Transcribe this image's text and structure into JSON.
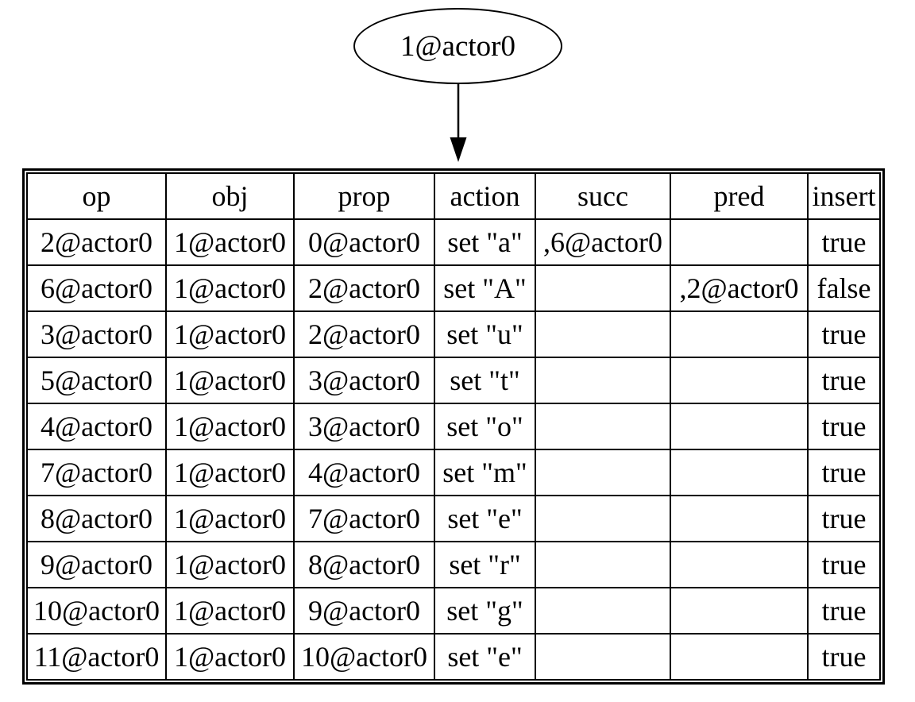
{
  "node": {
    "label": "1@actor0"
  },
  "table": {
    "columns": [
      "op",
      "obj",
      "prop",
      "action",
      "succ",
      "pred",
      "insert"
    ],
    "rows": [
      [
        "2@actor0",
        "1@actor0",
        "0@actor0",
        "set \"a\"",
        ",6@actor0",
        "",
        "true"
      ],
      [
        "6@actor0",
        "1@actor0",
        "2@actor0",
        "set \"A\"",
        "",
        ",2@actor0",
        "false"
      ],
      [
        "3@actor0",
        "1@actor0",
        "2@actor0",
        "set \"u\"",
        "",
        "",
        "true"
      ],
      [
        "5@actor0",
        "1@actor0",
        "3@actor0",
        "set \"t\"",
        "",
        "",
        "true"
      ],
      [
        "4@actor0",
        "1@actor0",
        "3@actor0",
        "set \"o\"",
        "",
        "",
        "true"
      ],
      [
        "7@actor0",
        "1@actor0",
        "4@actor0",
        "set \"m\"",
        "",
        "",
        "true"
      ],
      [
        "8@actor0",
        "1@actor0",
        "7@actor0",
        "set \"e\"",
        "",
        "",
        "true"
      ],
      [
        "9@actor0",
        "1@actor0",
        "8@actor0",
        "set \"r\"",
        "",
        "",
        "true"
      ],
      [
        "10@actor0",
        "1@actor0",
        "9@actor0",
        "set \"g\"",
        "",
        "",
        "true"
      ],
      [
        "11@actor0",
        "1@actor0",
        "10@actor0",
        "set \"e\"",
        "",
        "",
        "true"
      ]
    ]
  },
  "colors": {
    "line": "#000000",
    "background": "#ffffff"
  }
}
